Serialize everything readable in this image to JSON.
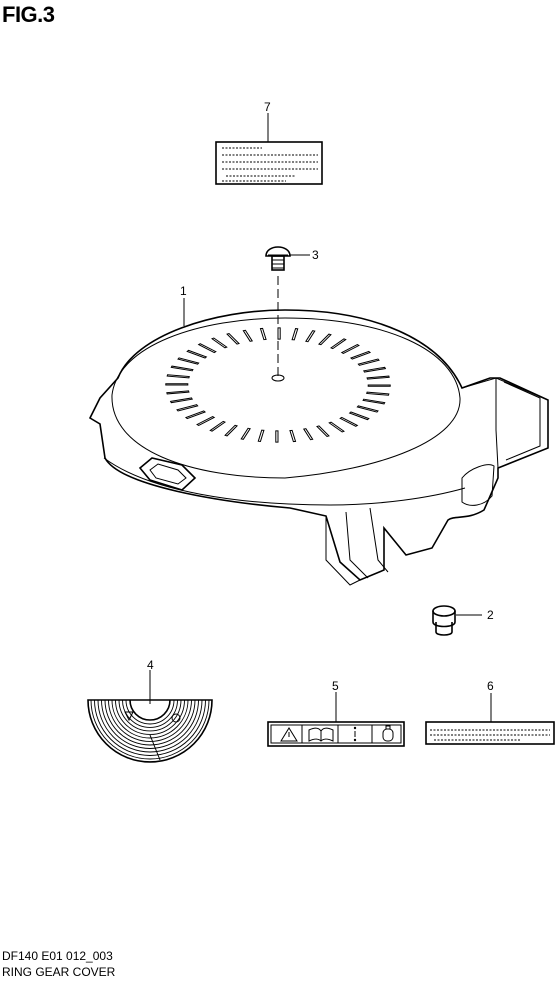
{
  "figure": {
    "title": "FIG.3",
    "code": "DF140 E01 012_003",
    "name": "RING GEAR COVER"
  },
  "callouts": [
    {
      "id": "1",
      "label": "1"
    },
    {
      "id": "2",
      "label": "2"
    },
    {
      "id": "3",
      "label": "3"
    },
    {
      "id": "4",
      "label": "4"
    },
    {
      "id": "5",
      "label": "5"
    },
    {
      "id": "6",
      "label": "6"
    },
    {
      "id": "7",
      "label": "7"
    }
  ],
  "icons": {
    "label5": [
      "warning-triangle-icon",
      "manual-book-icon",
      "dots-icon",
      "bottle-icon"
    ]
  }
}
